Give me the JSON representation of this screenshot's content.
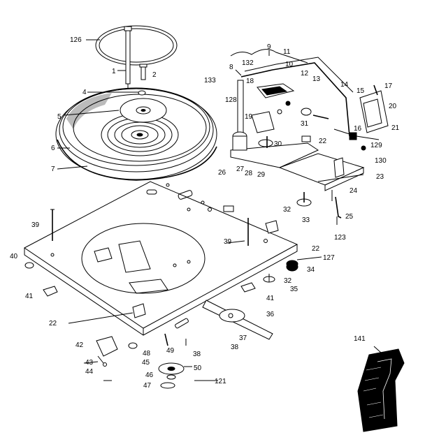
{
  "labels": [
    {
      "id": "126",
      "text": "126"
    },
    {
      "id": "1",
      "text": "1"
    },
    {
      "id": "2",
      "text": "2"
    },
    {
      "id": "4",
      "text": "4"
    },
    {
      "id": "5",
      "text": "5"
    },
    {
      "id": "6",
      "text": "6"
    },
    {
      "id": "7",
      "text": "7"
    },
    {
      "id": "9",
      "text": "9"
    },
    {
      "id": "11",
      "text": "11"
    },
    {
      "id": "8",
      "text": "8"
    },
    {
      "id": "132",
      "text": "132"
    },
    {
      "id": "10",
      "text": "10"
    },
    {
      "id": "12",
      "text": "12"
    },
    {
      "id": "13",
      "text": "13"
    },
    {
      "id": "14",
      "text": "14"
    },
    {
      "id": "15",
      "text": "15"
    },
    {
      "id": "17",
      "text": "17"
    },
    {
      "id": "20",
      "text": "20"
    },
    {
      "id": "133",
      "text": "133"
    },
    {
      "id": "18",
      "text": "18"
    },
    {
      "id": "128",
      "text": "128"
    },
    {
      "id": "19",
      "text": "19"
    },
    {
      "id": "31",
      "text": "31"
    },
    {
      "id": "16",
      "text": "16"
    },
    {
      "id": "21",
      "text": "21"
    },
    {
      "id": "129",
      "text": "129"
    },
    {
      "id": "22a",
      "text": "22"
    },
    {
      "id": "30",
      "text": "30"
    },
    {
      "id": "130",
      "text": "130"
    },
    {
      "id": "26",
      "text": "26"
    },
    {
      "id": "27",
      "text": "27"
    },
    {
      "id": "28",
      "text": "28"
    },
    {
      "id": "29",
      "text": "29"
    },
    {
      "id": "23",
      "text": "23"
    },
    {
      "id": "24",
      "text": "24"
    },
    {
      "id": "32a",
      "text": "32"
    },
    {
      "id": "33",
      "text": "33"
    },
    {
      "id": "25",
      "text": "25"
    },
    {
      "id": "123",
      "text": "123"
    },
    {
      "id": "39a",
      "text": "39"
    },
    {
      "id": "39b",
      "text": "39"
    },
    {
      "id": "22b",
      "text": "22"
    },
    {
      "id": "40",
      "text": "40"
    },
    {
      "id": "127",
      "text": "127"
    },
    {
      "id": "34",
      "text": "34"
    },
    {
      "id": "32b",
      "text": "32"
    },
    {
      "id": "35",
      "text": "35"
    },
    {
      "id": "41a",
      "text": "41"
    },
    {
      "id": "41b",
      "text": "41"
    },
    {
      "id": "22c",
      "text": "22"
    },
    {
      "id": "36",
      "text": "36"
    },
    {
      "id": "37",
      "text": "37"
    },
    {
      "id": "38a",
      "text": "38"
    },
    {
      "id": "141",
      "text": "141"
    },
    {
      "id": "42",
      "text": "42"
    },
    {
      "id": "48",
      "text": "48"
    },
    {
      "id": "49",
      "text": "49"
    },
    {
      "id": "38b",
      "text": "38"
    },
    {
      "id": "43",
      "text": "43"
    },
    {
      "id": "44",
      "text": "44"
    },
    {
      "id": "45",
      "text": "45"
    },
    {
      "id": "50",
      "text": "50"
    },
    {
      "id": "46",
      "text": "46"
    },
    {
      "id": "47",
      "text": "47"
    },
    {
      "id": "121",
      "text": "121"
    }
  ]
}
